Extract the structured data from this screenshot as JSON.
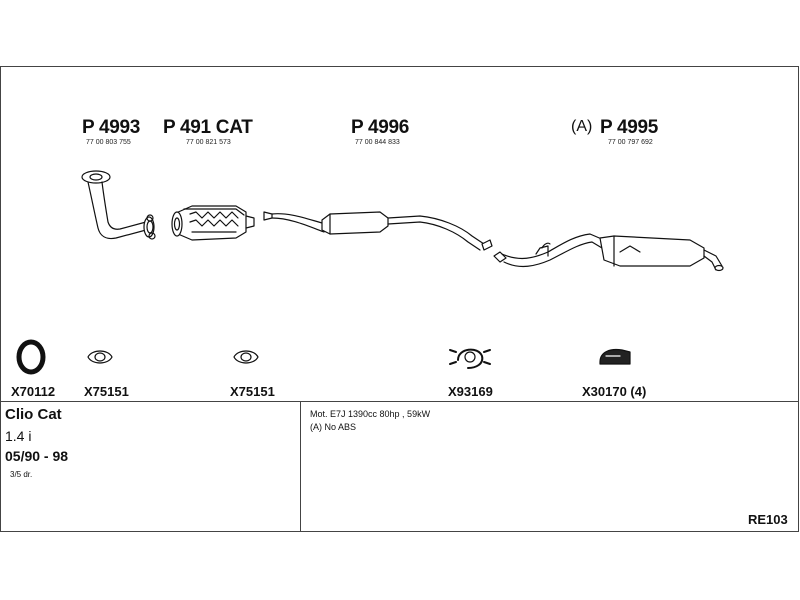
{
  "parts": [
    {
      "number": "P 4993",
      "oem": "77 00 803 755"
    },
    {
      "number": "P 491 CAT",
      "oem": "77 00 821 573"
    },
    {
      "number": "P 4996",
      "oem": "77 00 844 833"
    },
    {
      "prefix": "(A)",
      "number": "P 4995",
      "oem": "77 00 797 692"
    }
  ],
  "components": [
    {
      "code": "X70112",
      "icon": "gasket-ring-icon"
    },
    {
      "code": "X75151",
      "icon": "flange-gasket-icon"
    },
    {
      "code": "X75151",
      "icon": "flange-gasket-icon"
    },
    {
      "code": "X93169",
      "icon": "clamp-icon"
    },
    {
      "code": "X30170 (4)",
      "icon": "rubber-hanger-icon"
    }
  ],
  "vehicle": {
    "model": "Clio Cat",
    "engine": "1.4 i",
    "years": "05/90 - 98",
    "doors": "3/5 dr."
  },
  "notes": {
    "motor": "Mot. E7J 1390cc 80hp , 59kW",
    "abs": "(A) No ABS"
  },
  "ref_code": "RE103"
}
